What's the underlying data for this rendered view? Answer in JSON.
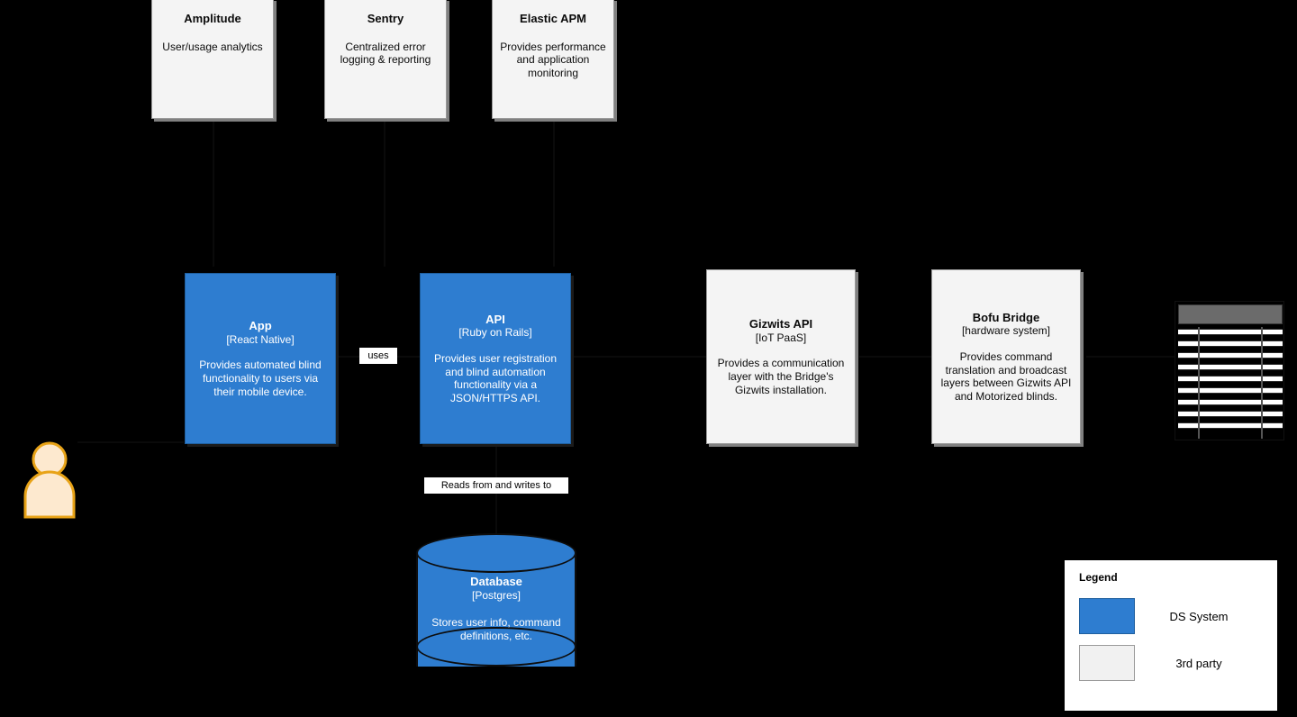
{
  "diagram": {
    "background_color": "#000000",
    "ds_system_color": "#2e7dd0",
    "third_party_color": "#f4f4f4"
  },
  "nodes": {
    "amplitude": {
      "title": "Amplitude",
      "tech": "",
      "desc": "User/usage analytics",
      "kind": "third"
    },
    "sentry": {
      "title": "Sentry",
      "tech": "",
      "desc": "Centralized error logging & reporting",
      "kind": "third"
    },
    "elastic_apm": {
      "title": "Elastic APM",
      "tech": "",
      "desc": "Provides performance and application monitoring",
      "kind": "third"
    },
    "app": {
      "title": "App",
      "tech": "[React Native]",
      "desc": "Provides automated blind functionality to users via their mobile device.",
      "kind": "ds"
    },
    "api": {
      "title": "API",
      "tech": "[Ruby on Rails]",
      "desc": "Provides user registration and blind automation functionality via a JSON/HTTPS API.",
      "kind": "ds"
    },
    "gizwits_api": {
      "title": "Gizwits API",
      "tech": "[IoT PaaS]",
      "desc": "Provides a communication layer with the Bridge's Gizwits installation.",
      "kind": "third"
    },
    "bofu_bridge": {
      "title": "Bofu Bridge",
      "tech": "[hardware system]",
      "desc": "Provides command translation and broadcast layers between Gizwits API and Motorized blinds.",
      "kind": "third"
    },
    "database": {
      "title": "Database",
      "tech": "[Postgres]",
      "desc": "Stores user info, command definitions, etc.",
      "kind": "ds"
    }
  },
  "edges": {
    "app_to_api": "uses",
    "api_to_database": "Reads from and writes to"
  },
  "legend": {
    "title": "Legend",
    "items": [
      {
        "label": "DS System",
        "color": "#2e7dd0"
      },
      {
        "label": "3rd party",
        "color": "#f1f1f1"
      }
    ]
  },
  "icons": {
    "actor": "person-icon",
    "blinds": "motorized-blinds-icon"
  }
}
